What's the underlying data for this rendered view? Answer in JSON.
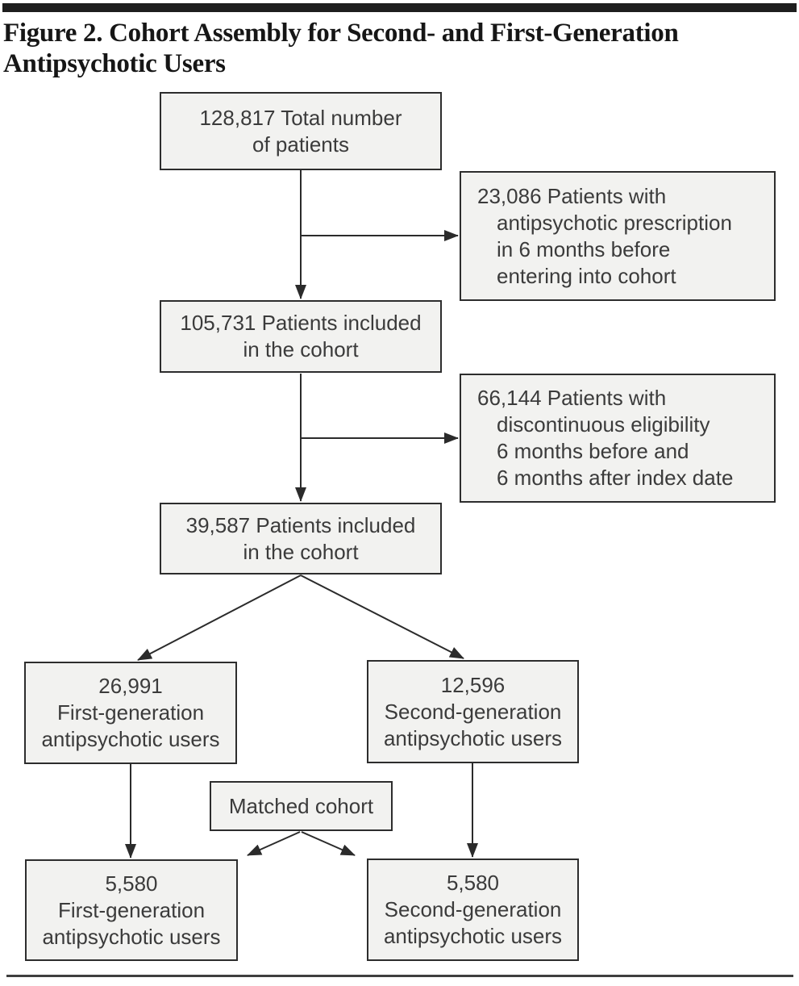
{
  "figure": {
    "title_line1": "Figure 2. Cohort Assembly for Second- and First-Generation",
    "title_line2": "Antipsychotic Users"
  },
  "colors": {
    "box_fill": "#f2f2f0",
    "box_border": "#2d2d2d",
    "box_text": "#3b3b3b",
    "title_text": "#161616",
    "bar_color": "#1e1e1e",
    "arrow_color": "#2b2b2b",
    "rule_color": "#3f3f3f",
    "page_bg": "#ffffff"
  },
  "flowchart": {
    "nodes": {
      "total": {
        "value": "128,817",
        "lines": [
          "128,817 Total number",
          "of patients"
        ]
      },
      "excl1": {
        "value": "23,086",
        "lines": [
          "23,086 Patients with",
          "antipsychotic prescription",
          "in 6 months before",
          "entering into cohort"
        ]
      },
      "cohort1": {
        "value": "105,731",
        "lines": [
          "105,731 Patients included",
          "in the cohort"
        ]
      },
      "excl2": {
        "value": "66,144",
        "lines": [
          "66,144 Patients with",
          "discontinuous eligibility",
          "6 months before and",
          "6 months after index date"
        ]
      },
      "cohort2": {
        "value": "39,587",
        "lines": [
          "39,587 Patients included",
          "in the cohort"
        ]
      },
      "fga": {
        "value": "26,991",
        "lines": [
          "26,991",
          "First-generation",
          "antipsychotic users"
        ]
      },
      "sga": {
        "value": "12,596",
        "lines": [
          "12,596",
          "Second-generation",
          "antipsychotic users"
        ]
      },
      "matched": {
        "lines": [
          "Matched cohort"
        ]
      },
      "fga_matched": {
        "value": "5,580",
        "lines": [
          "5,580",
          "First-generation",
          "antipsychotic users"
        ]
      },
      "sga_matched": {
        "value": "5,580",
        "lines": [
          "5,580",
          "Second-generation",
          "antipsychotic users"
        ]
      }
    },
    "edges": [
      {
        "from": "total",
        "to": "excl1"
      },
      {
        "from": "total",
        "to": "cohort1"
      },
      {
        "from": "cohort1",
        "to": "excl2"
      },
      {
        "from": "cohort1",
        "to": "cohort2"
      },
      {
        "from": "cohort2",
        "to": "fga"
      },
      {
        "from": "cohort2",
        "to": "sga"
      },
      {
        "from": "fga",
        "to": "fga_matched"
      },
      {
        "from": "sga",
        "to": "sga_matched"
      },
      {
        "from": "matched",
        "to": "fga_matched"
      },
      {
        "from": "matched",
        "to": "sga_matched"
      }
    ]
  }
}
